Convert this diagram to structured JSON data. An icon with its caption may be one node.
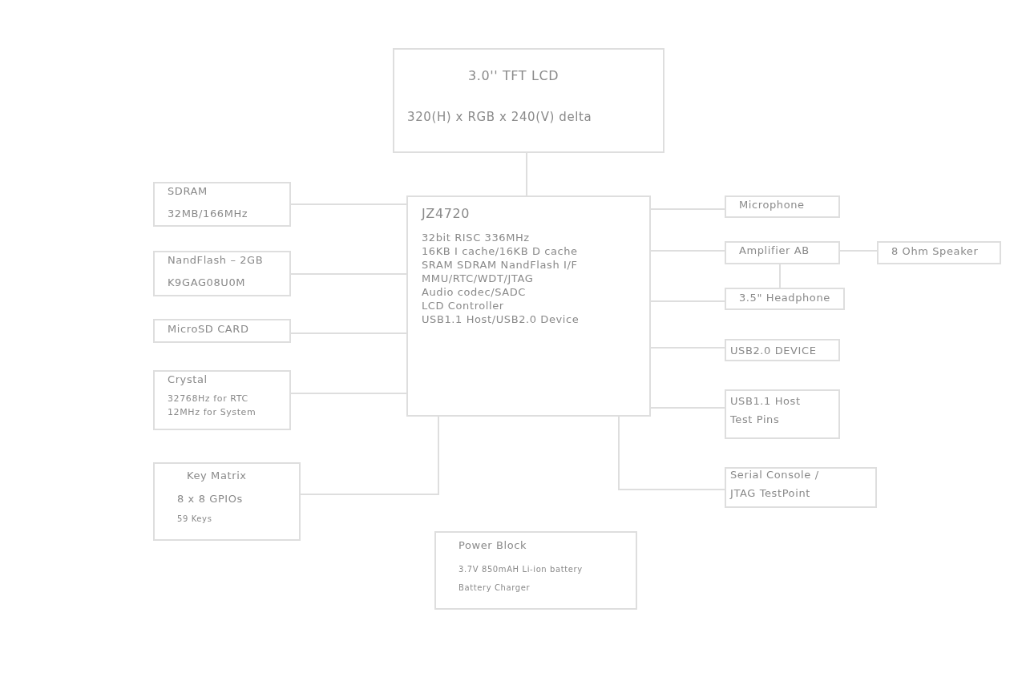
{
  "diagram": {
    "nodes": [
      {
        "text": [
          "3.0'' TFT LCD",
          "320(H) x RGB x 240(V) delta"
        ]
      },
      {
        "text": [
          "SDRAM",
          "32MB/166MHz"
        ]
      },
      {
        "text": [
          "JZ4720",
          "32bit RISC 336MHz",
          "16KB I cache/16KB D cache",
          "SRAM SDRAM NandFlash I/F",
          "MMU/RTC/WDT/JTAG",
          "Audio codec/SADC",
          "LCD Controller",
          "USB1.1 Host/USB2.0 Device"
        ]
      },
      {
        "text": [
          "NandFlash – 2GB",
          "K9GAG08U0M"
        ]
      },
      {
        "text": [
          "MicroSD CARD"
        ]
      },
      {
        "text": [
          "Crystal",
          "32768Hz for RTC",
          "12MHz for System"
        ]
      },
      {
        "text": [
          "Key Matrix",
          "8 x 8  GPIOs",
          "59 Keys"
        ]
      },
      {
        "text": [
          "Power Block",
          "3.7V 850mAH Li-ion battery",
          "Battery Charger"
        ]
      },
      {
        "text": [
          "Microphone"
        ]
      },
      {
        "text": [
          "Amplifier AB"
        ]
      },
      {
        "text": [
          "8 Ohm Speaker"
        ]
      },
      {
        "text": [
          "3.5\" Headphone"
        ]
      },
      {
        "text": [
          "USB2.0 DEVICE"
        ]
      },
      {
        "text": [
          "USB1.1 Host",
          "Test Pins"
        ]
      },
      {
        "text": [
          "Serial Console /",
          "JTAG TestPoint"
        ]
      }
    ],
    "edges": [
      {
        "from": 0,
        "to": 2,
        "arrow": "none"
      },
      {
        "from": 1,
        "to": 2,
        "arrow": "none"
      },
      {
        "from": 3,
        "to": 2,
        "arrow": "none"
      },
      {
        "from": 4,
        "to": 2,
        "arrow": "none"
      },
      {
        "from": 5,
        "to": 2,
        "arrow": "none"
      },
      {
        "from": 6,
        "to": 2,
        "arrow": "none"
      },
      {
        "from": 2,
        "to": 8,
        "arrow": "none"
      },
      {
        "from": 2,
        "to": 9,
        "arrow": "none"
      },
      {
        "from": 2,
        "to": 11,
        "arrow": "none"
      },
      {
        "from": 2,
        "to": 12,
        "arrow": "none"
      },
      {
        "from": 2,
        "to": 13,
        "arrow": "none"
      },
      {
        "from": 2,
        "to": 14,
        "arrow": "none"
      },
      {
        "from": 9,
        "to": 10,
        "arrow": "none"
      },
      {
        "from": 9,
        "to": 11,
        "arrow": "none"
      }
    ]
  }
}
